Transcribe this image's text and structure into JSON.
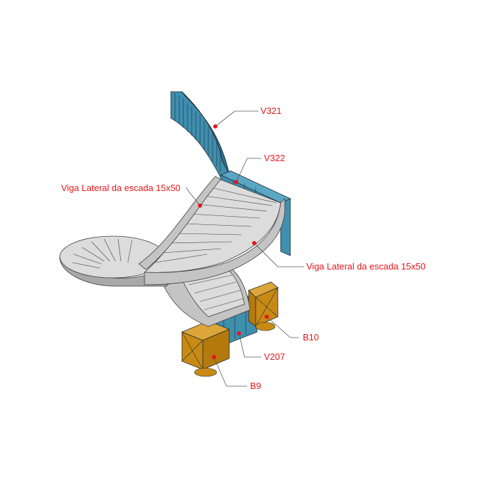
{
  "colors": {
    "annotation": "#e8141b",
    "beam_blue": "#3f8fae",
    "beam_blue_dark": "#2d6f8a",
    "block_gold": "#c98a14",
    "block_gold_light": "#dca63a",
    "stair_light": "#dcdcdc",
    "stair_mid": "#c4c4c4",
    "stair_dark": "#a9a9a9"
  },
  "labels": {
    "v321": "V321",
    "v322": "V322",
    "viga_lateral_left": "Viga Lateral da escada 15x50",
    "viga_lateral_right": "Viga Lateral da escada 15x50",
    "b10": "B10",
    "v207": "V207",
    "b9": "B9"
  }
}
